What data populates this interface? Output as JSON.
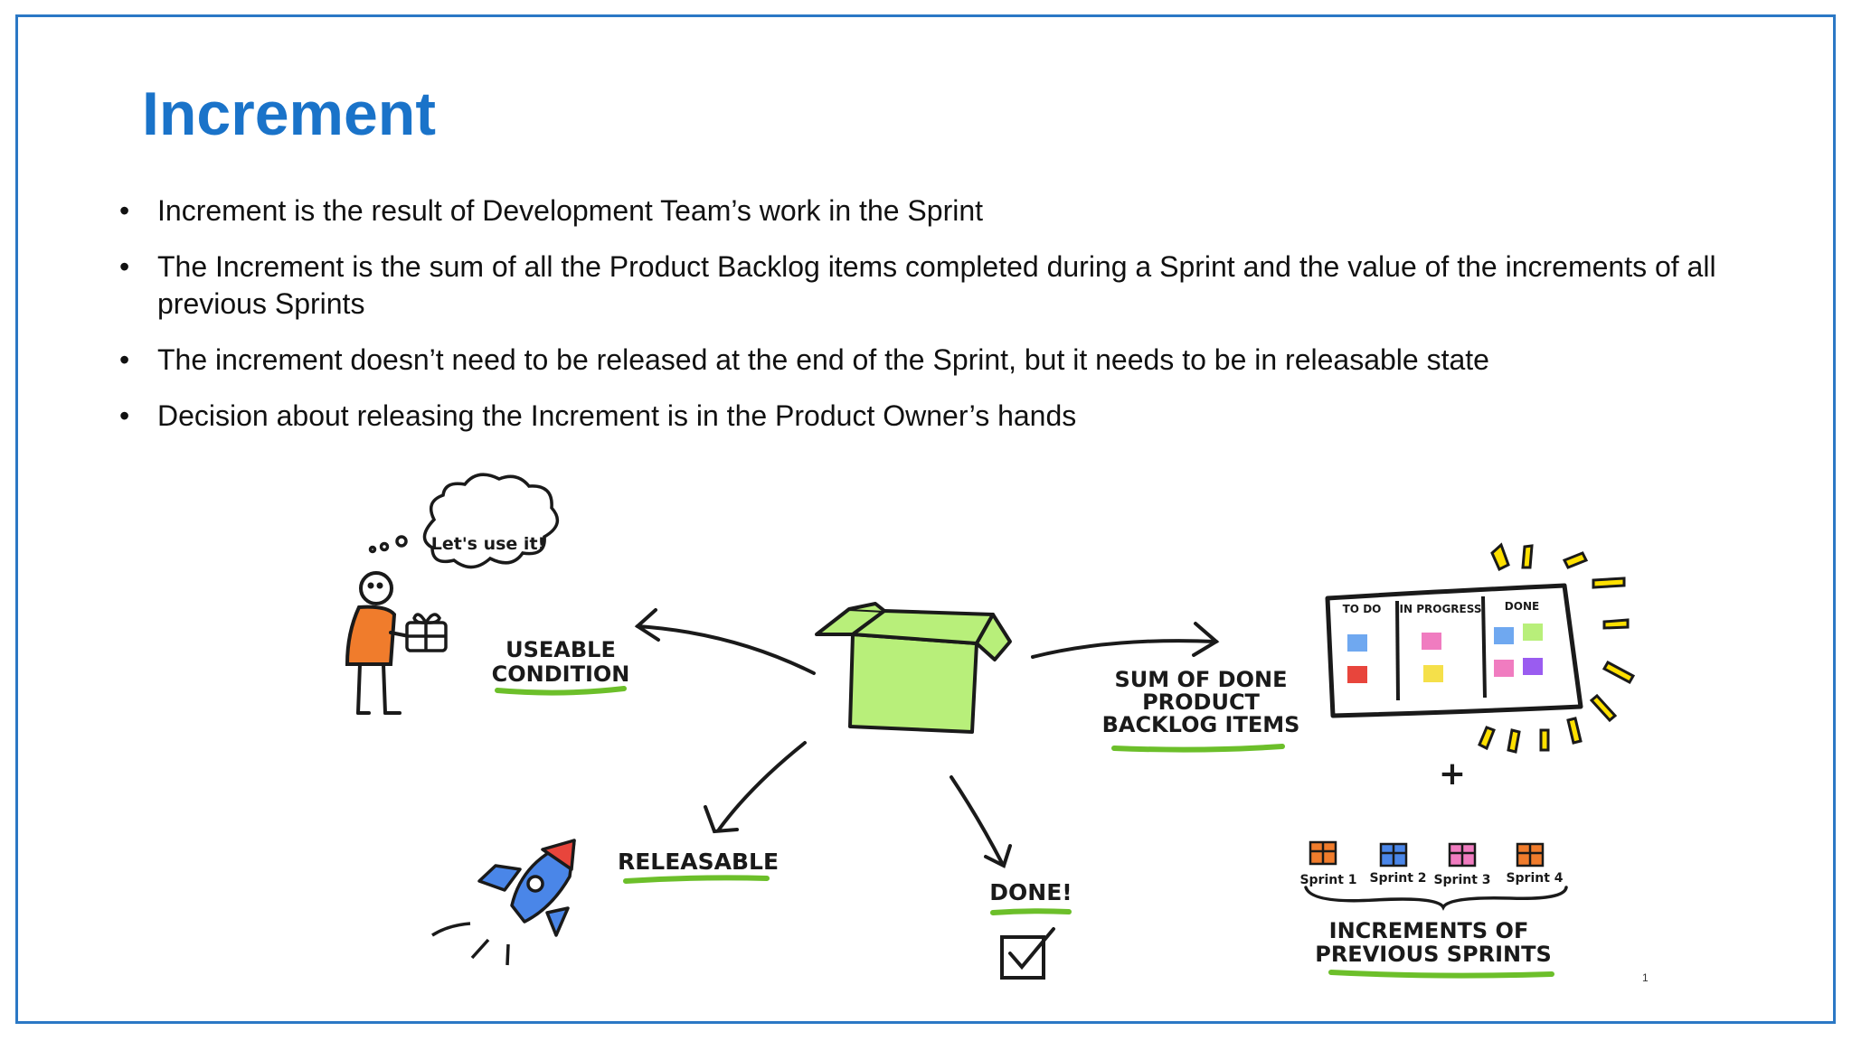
{
  "slide": {
    "title": "Increment",
    "bullets": [
      "Increment is the result of Development Team’s work in the Sprint",
      "The Increment is the sum of all the Product Backlog items completed during a Sprint and the value of the increments of all previous Sprints",
      "The increment doesn’t need to be released at the end of the Sprint, but it needs to be in releasable state",
      "Decision about releasing the Increment is in the Product Owner’s hands"
    ]
  },
  "illustration": {
    "thought_bubble": "Let's use it!",
    "useable_condition": [
      "USEABLE",
      "CONDITION"
    ],
    "releasable": "RELEASABLE",
    "done": "DONE!",
    "sum_of_done": [
      "SUM OF DONE",
      "PRODUCT",
      "BACKLOG ITEMS"
    ],
    "board_columns": [
      "TO DO",
      "IN PROGRESS",
      "DONE"
    ],
    "plus": "+",
    "sprints": [
      "Sprint 1",
      "Sprint 2",
      "Sprint 3",
      "Sprint 4"
    ],
    "increments_label": [
      "INCREMENTS OF",
      "PREVIOUS SPRINTS"
    ],
    "page_number": "1",
    "colors": {
      "box": "#b8ef7a",
      "underline": "#6cbf2a",
      "person_shirt": "#f07c2c",
      "rocket": "#4a86e8",
      "rocket_tip": "#e8453c",
      "sparks": "#ffe000",
      "title": "#1a73c9",
      "frame": "#2b78c5"
    }
  }
}
